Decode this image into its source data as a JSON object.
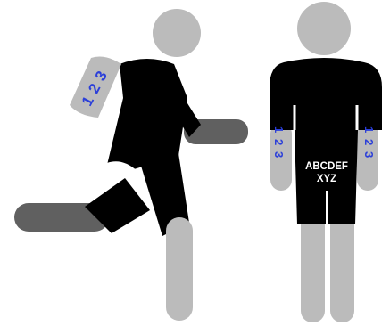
{
  "colors": {
    "skin": "#bbbbbb",
    "clothing": "#000000",
    "far_limb": "#606060",
    "number_text": "#2b3fd9",
    "label_text": "#ffffff"
  },
  "running_figure": {
    "arm_numbers": [
      "1",
      "2",
      "3"
    ]
  },
  "standing_figure": {
    "shirt_label_line1": "ABCDEF",
    "shirt_label_line2": "XYZ",
    "left_arm_numbers": [
      "1",
      "2",
      "3"
    ],
    "right_arm_numbers": [
      "1",
      "2",
      "3"
    ]
  }
}
